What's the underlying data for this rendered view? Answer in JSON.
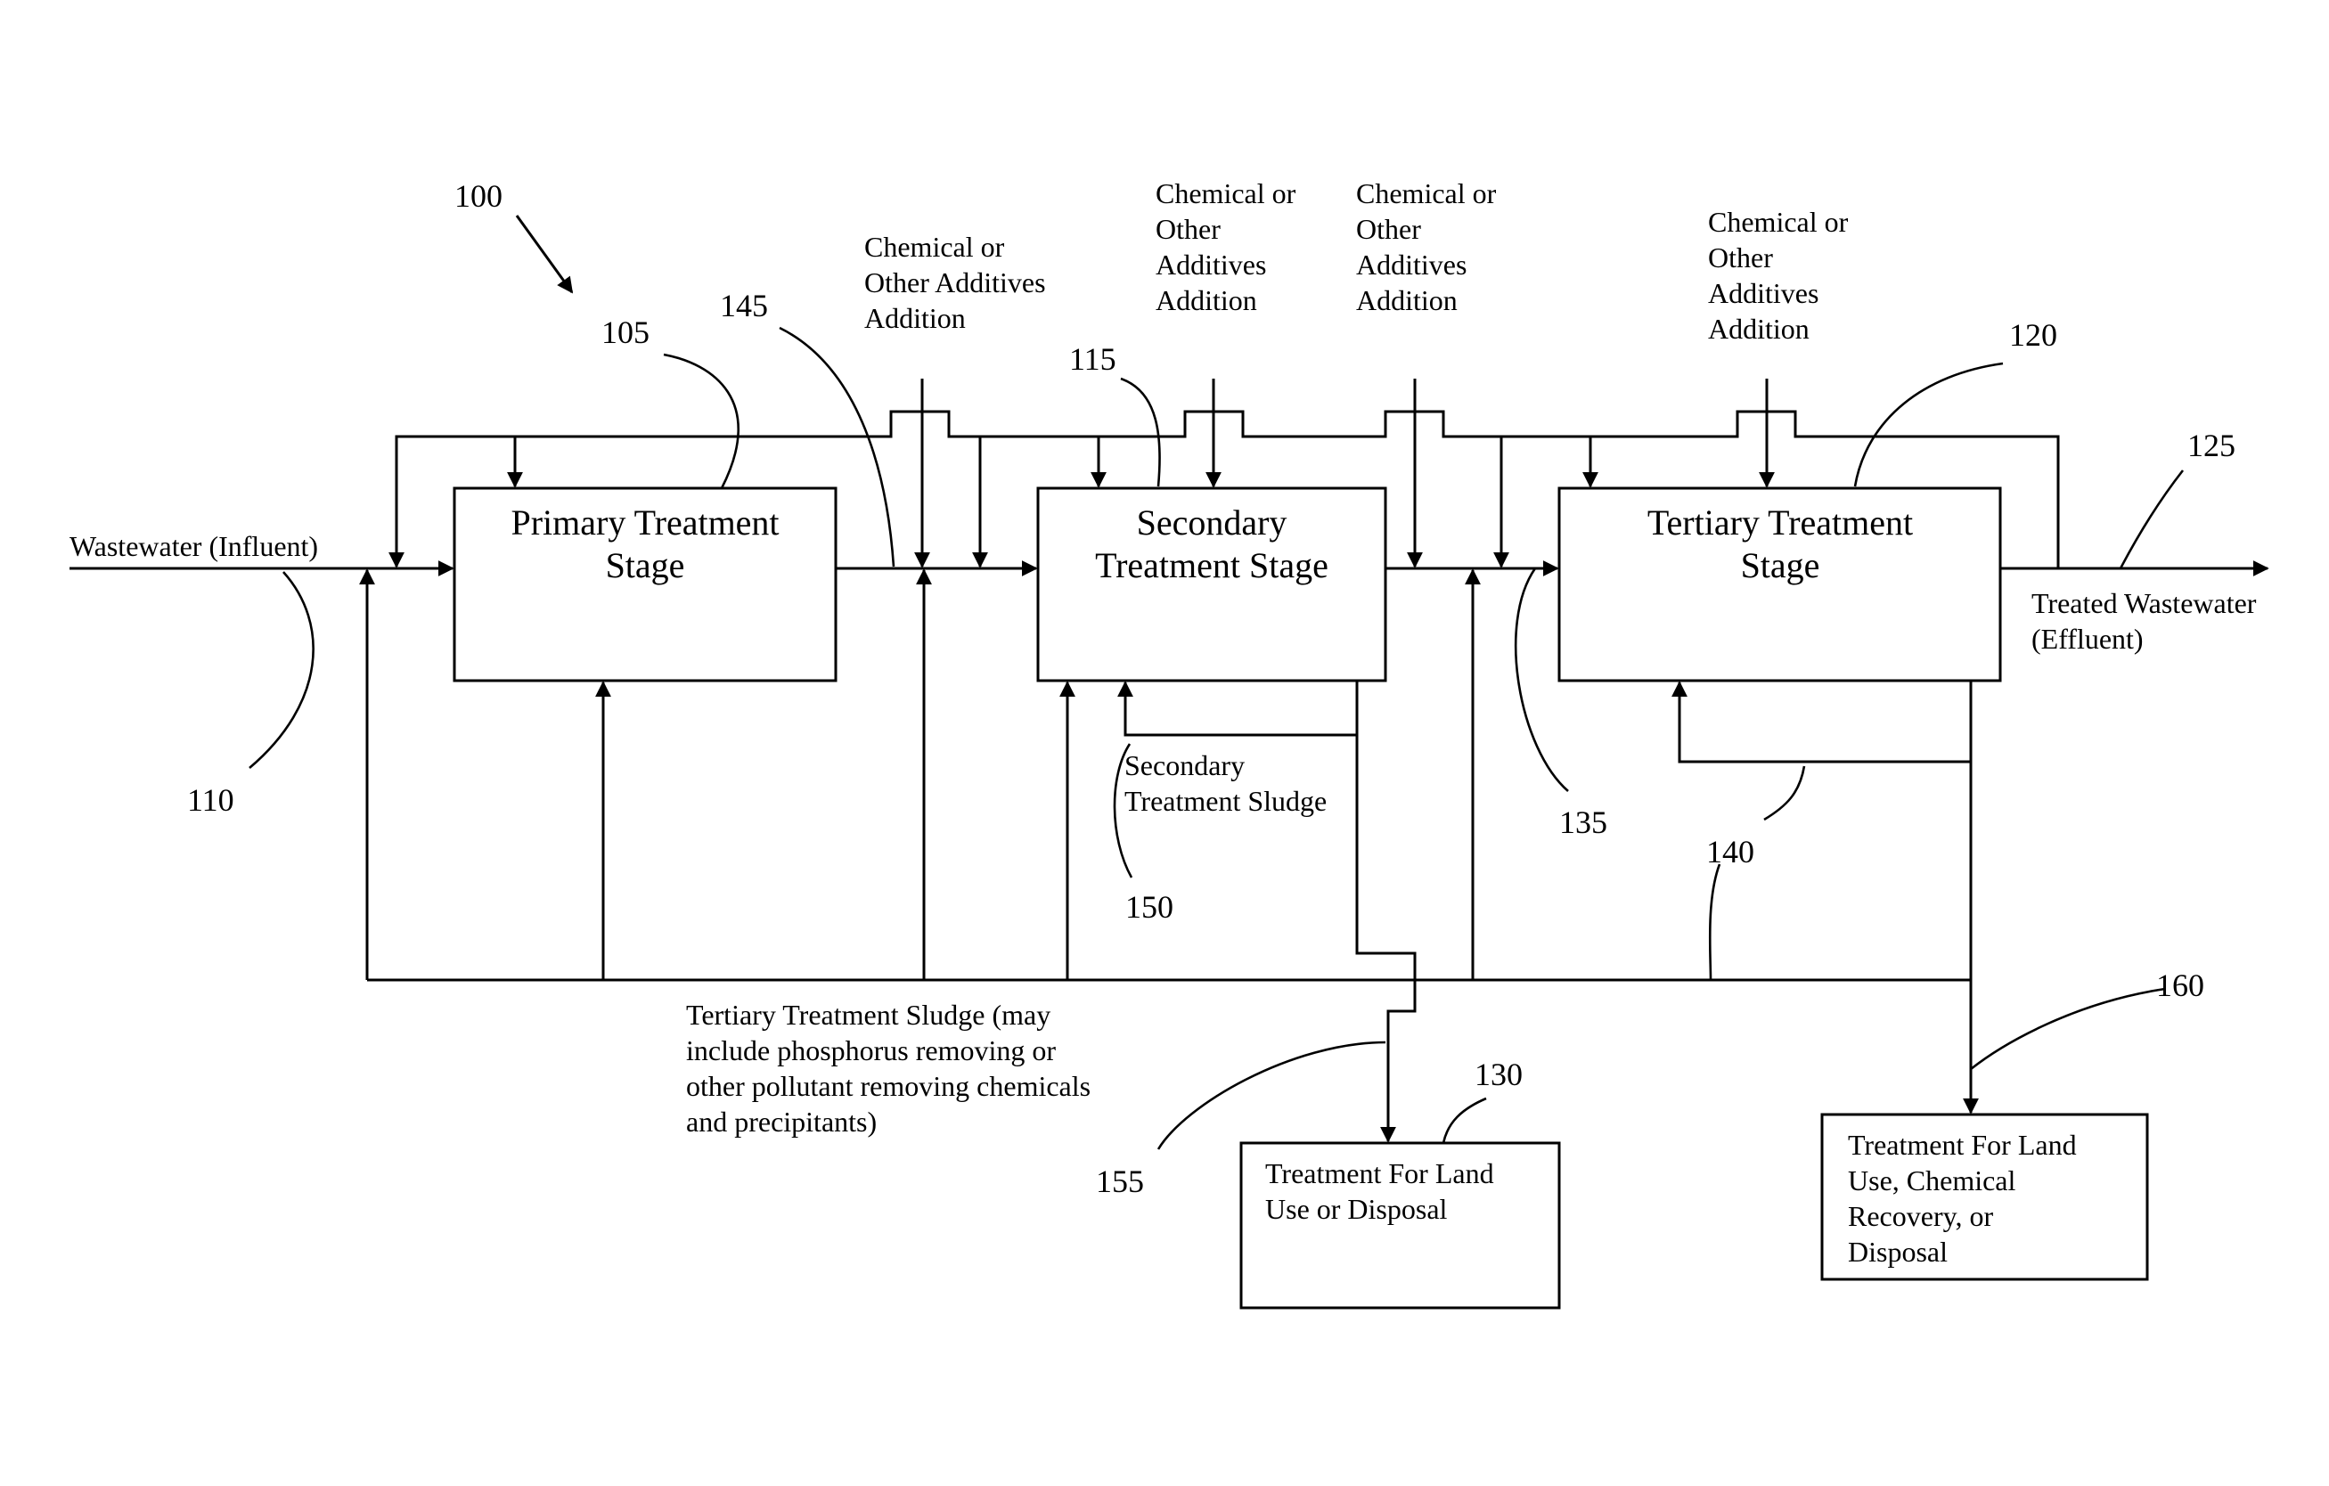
{
  "figure": {
    "reference": "100",
    "stages": {
      "primary": {
        "ref": "105",
        "lines": [
          "Primary Treatment",
          "Stage"
        ]
      },
      "secondary": {
        "ref": "115",
        "lines": [
          "Secondary",
          "Treatment Stage"
        ]
      },
      "tertiary": {
        "ref": "120",
        "lines": [
          "Tertiary Treatment",
          "Stage"
        ]
      }
    },
    "additives": {
      "a1": [
        "Chemical or",
        "Other Additives",
        "Addition"
      ],
      "a2": [
        "Chemical or",
        "Other",
        "Additives",
        "Addition"
      ],
      "a3": [
        "Chemical or",
        "Other",
        "Additives",
        "Addition"
      ],
      "a4": [
        "Chemical or",
        "Other",
        "Additives",
        "Addition"
      ]
    },
    "influent": {
      "label": "Wastewater (Influent)",
      "ref": "110"
    },
    "effluent": {
      "lines": [
        "Treated Wastewater",
        "(Effluent)"
      ],
      "ref": "125"
    },
    "secondary_sludge": {
      "lines": [
        "Secondary",
        "Treatment Sludge"
      ],
      "ref": "150"
    },
    "tertiary_sludge": {
      "lines": [
        "Tertiary Treatment Sludge (may",
        "include phosphorus removing or",
        "other pollutant removing chemicals",
        "and precipitants)"
      ]
    },
    "disposal_1": {
      "ref": "130",
      "lines": [
        "Treatment For Land",
        "Use or Disposal"
      ]
    },
    "disposal_2": {
      "lines": [
        "Treatment For Land",
        "Use, Chemical",
        "Recovery, or",
        "Disposal"
      ]
    },
    "refs": {
      "r135": "135",
      "r140a": "140",
      "r145": "145",
      "r155": "155",
      "r160": "160"
    }
  }
}
